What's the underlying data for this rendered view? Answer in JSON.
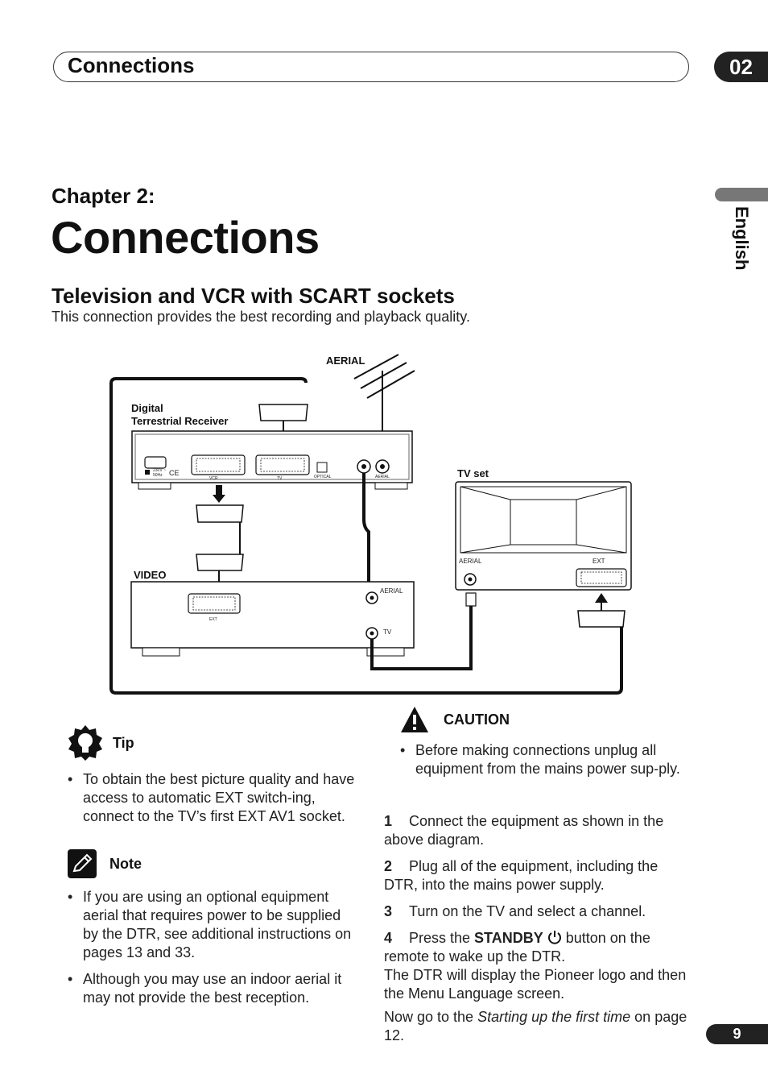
{
  "header": {
    "title": "Connections",
    "chapter_number": "02"
  },
  "side_tab": {
    "language": "English"
  },
  "chapter": {
    "label": "Chapter 2:",
    "title": "Connections"
  },
  "section": {
    "title": "Television and VCR with SCART sockets",
    "intro": "This connection provides the best recording and playback quality."
  },
  "diagram": {
    "aerial_label": "AERIAL",
    "receiver_label_line1": "Digital",
    "receiver_label_line2": "Terrestrial Receiver",
    "receiver_power_label_1": "230V ~",
    "receiver_power_label_2": "50Hz",
    "receiver_ce": "CE",
    "receiver_vcr_label": "VCR",
    "receiver_tv_label": "TV",
    "receiver_optical_label": "OPTICAL",
    "receiver_aerial_label": "AERIAL",
    "video_label": "VIDEO",
    "video_ext_label": "EXT",
    "video_aerial_label": "AERIAL",
    "video_tv_label": "TV",
    "tv_label": "TV set",
    "tv_aerial_label": "AERIAL",
    "tv_ext_label": "EXT"
  },
  "tip": {
    "title": "Tip",
    "items": [
      "To obtain the best picture quality and have access to automatic EXT switch-ing, connect to the TV’s first EXT AV1 socket."
    ]
  },
  "note": {
    "title": "Note",
    "items": [
      "If you are using an optional equipment aerial that requires power to be supplied by the DTR, see additional instructions on pages 13 and 33.",
      "Although you may use an indoor aerial it may not provide the best reception."
    ]
  },
  "caution": {
    "title": "CAUTION",
    "items": [
      "Before making connections unplug all equipment from the mains power sup-ply."
    ]
  },
  "steps": [
    {
      "num": "1",
      "text": "Connect the equipment as shown in the above diagram."
    },
    {
      "num": "2",
      "text": "Plug all of the equipment, including the DTR, into the mains power supply."
    },
    {
      "num": "3",
      "text": "Turn on the TV and select a channel."
    }
  ],
  "step4": {
    "num": "4",
    "prefix": "Press the ",
    "button": "STANDBY",
    "suffix": " button on the remote to wake up the DTR.",
    "line2": "The DTR will display the Pioneer logo and then the Menu Language screen."
  },
  "closing": {
    "prefix": "Now go to the ",
    "link": "Starting up the first time",
    "suffix": " on page 12."
  },
  "page_number": "9"
}
